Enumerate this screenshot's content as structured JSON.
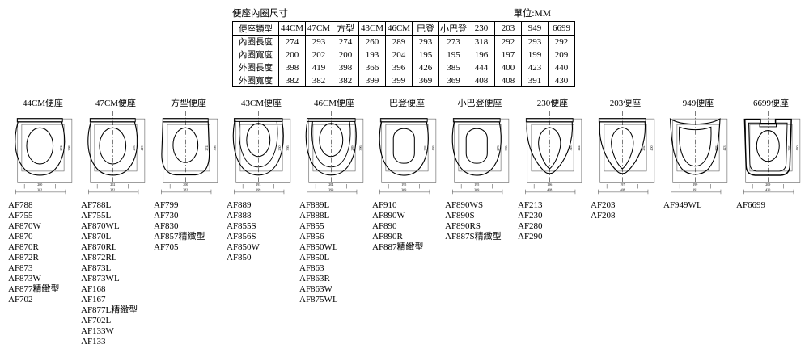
{
  "page": {
    "background": "#ffffff",
    "ink": "#000000",
    "dim_line_color": "#444444"
  },
  "table": {
    "title": "便座內圈尺寸",
    "unit": "單位:MM",
    "header": [
      "便座類型",
      "44CM",
      "47CM",
      "方型",
      "43CM",
      "46CM",
      "巴登",
      "小巴登",
      "230",
      "203",
      "949",
      "6699"
    ],
    "rows": [
      {
        "label": "內圈長度",
        "values": [
          "274",
          "293",
          "274",
          "260",
          "289",
          "293",
          "273",
          "318",
          "292",
          "293",
          "292"
        ]
      },
      {
        "label": "內圈寬度",
        "values": [
          "200",
          "202",
          "200",
          "193",
          "204",
          "195",
          "195",
          "196",
          "197",
          "199",
          "209"
        ]
      },
      {
        "label": "外圈長度",
        "values": [
          "398",
          "419",
          "398",
          "366",
          "396",
          "426",
          "385",
          "444",
          "400",
          "423",
          "440"
        ]
      },
      {
        "label": "外圈寬度",
        "values": [
          "382",
          "382",
          "382",
          "399",
          "399",
          "369",
          "369",
          "408",
          "408",
          "391",
          "430"
        ]
      }
    ]
  },
  "diagrams": [
    {
      "title": "44CM便座",
      "shape": "round",
      "inner_length": "274",
      "outer_length": "398",
      "inner_width": "200",
      "outer_width": "382",
      "models": [
        "AF788",
        "AF755",
        "AF870W",
        "AF870",
        "AF870R",
        "AF872R",
        "AF873",
        "AF873W",
        "AF877精緻型",
        "AF702"
      ]
    },
    {
      "title": "47CM便座",
      "shape": "round",
      "inner_length": "293",
      "outer_length": "419",
      "inner_width": "202",
      "outer_width": "382",
      "models": [
        "AF788L",
        "AF755L",
        "AF870WL",
        "AF870L",
        "AF870RL",
        "AF872RL",
        "AF873L",
        "AF873WL",
        "AF168",
        "AF167",
        "AF877L精緻型",
        "AF702L",
        "AF133W",
        "AF133"
      ]
    },
    {
      "title": "方型便座",
      "shape": "square",
      "inner_length": "274",
      "outer_length": "398",
      "inner_width": "200",
      "outer_width": "382",
      "models": [
        "AF799",
        "AF730",
        "AF830",
        "AF857精緻型",
        "AF705"
      ]
    },
    {
      "title": "43CM便座",
      "shape": "u",
      "inner_length": "260",
      "outer_length": "366",
      "inner_width": "193",
      "outer_width": "399",
      "models": [
        "AF889",
        "AF888",
        "AF855S",
        "AF856S",
        "AF850W",
        "AF850"
      ]
    },
    {
      "title": "46CM便座",
      "shape": "u",
      "inner_length": "289",
      "outer_length": "396",
      "inner_width": "204",
      "outer_width": "399",
      "models": [
        "AF889L",
        "AF888L",
        "AF855",
        "AF856",
        "AF850WL",
        "AF850L",
        "AF863",
        "AF863R",
        "AF863W",
        "AF875WL"
      ]
    },
    {
      "title": "巴登便座",
      "shape": "baden",
      "inner_length": "293",
      "outer_length": "426",
      "inner_width": "195",
      "outer_width": "369",
      "models": [
        "AF910",
        "AF890W",
        "AF890",
        "AF890R",
        "AF887精緻型"
      ]
    },
    {
      "title": "小巴登便座",
      "shape": "baden",
      "inner_length": "273",
      "outer_length": "385",
      "inner_width": "195",
      "outer_width": "369",
      "models": [
        "AF890WS",
        "AF890S",
        "AF890RS",
        "AF887S精緻型"
      ]
    },
    {
      "title": "230便座",
      "shape": "v",
      "inner_length": "318",
      "outer_length": "444",
      "inner_width": "196",
      "outer_width": "408",
      "models": [
        "AF213",
        "AF230",
        "AF280",
        "AF290"
      ]
    },
    {
      "title": "203便座",
      "shape": "v",
      "inner_length": "292",
      "outer_length": "400",
      "inner_width": "197",
      "outer_width": "408",
      "models": [
        "AF203",
        "AF208"
      ]
    },
    {
      "title": "949便座",
      "shape": "u949",
      "inner_length": "293",
      "outer_length": "423",
      "inner_width": "199",
      "outer_width": "391",
      "models": [
        "AF949WL"
      ]
    },
    {
      "title": "6699便座",
      "shape": "bucket",
      "inner_length": "292",
      "outer_length": "440",
      "inner_width": "209",
      "outer_width": "430",
      "models": [
        "AF6699"
      ]
    }
  ]
}
